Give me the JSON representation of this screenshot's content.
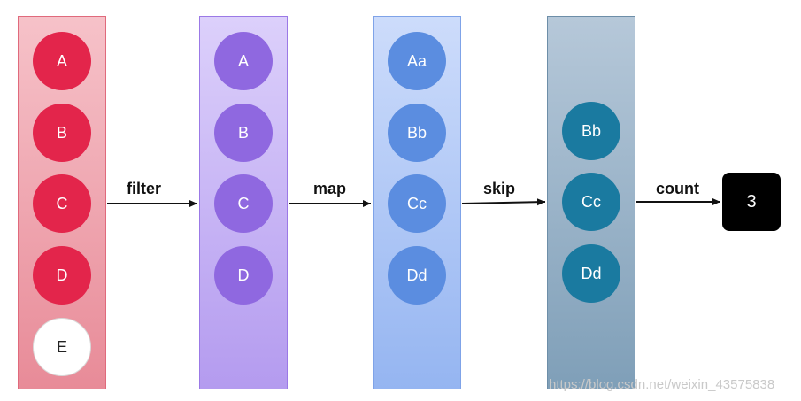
{
  "columns": [
    {
      "items": [
        "A",
        "B",
        "C",
        "D",
        "E"
      ]
    },
    {
      "items": [
        "A",
        "B",
        "C",
        "D"
      ]
    },
    {
      "items": [
        "Aa",
        "Bb",
        "Cc",
        "Dd"
      ]
    },
    {
      "items": [
        "Bb",
        "Cc",
        "Dd"
      ]
    }
  ],
  "operations": [
    "filter",
    "map",
    "skip",
    "count"
  ],
  "result": "3",
  "watermark": "https://blog.csdn.net/weixin_43575838",
  "colors": {
    "red": "#e3254b",
    "purple": "#8f68e0",
    "blue": "#5b8de0",
    "teal": "#1a7aa0",
    "result_box": "#000000"
  }
}
